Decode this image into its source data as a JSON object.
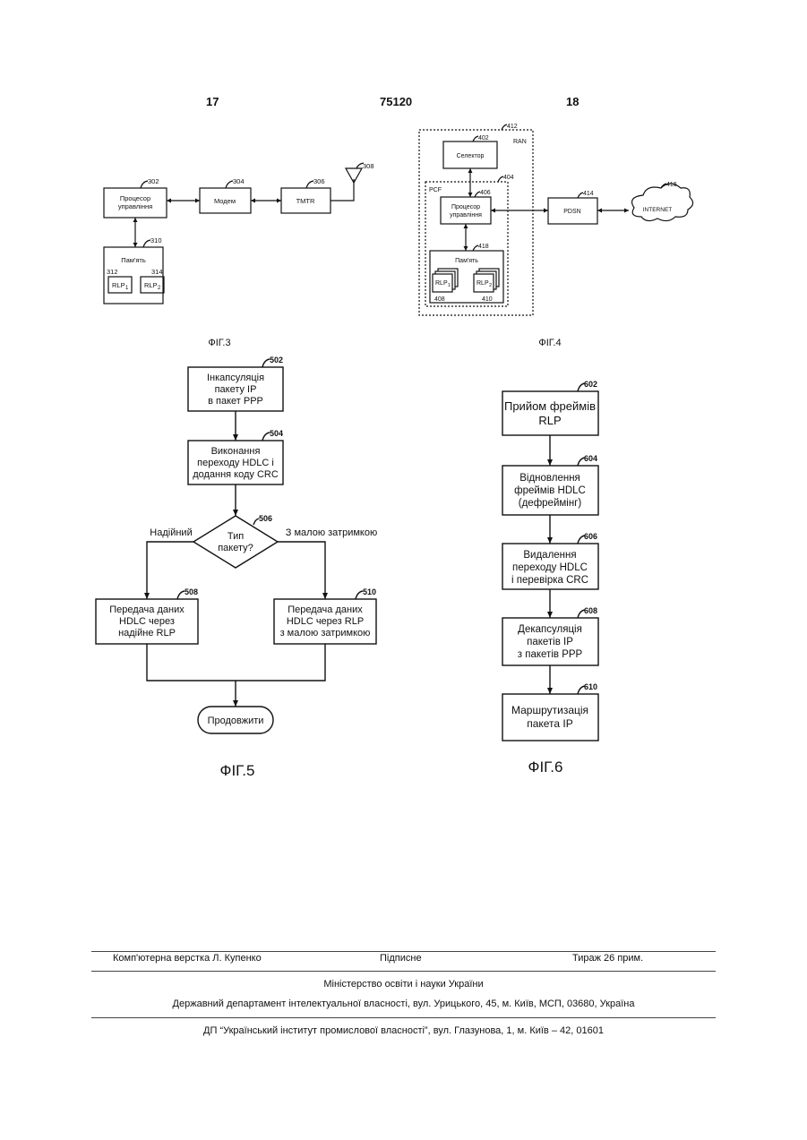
{
  "header": {
    "left_page": "17",
    "patent_number": "75120",
    "right_page": "18"
  },
  "fig3": {
    "caption": "ФІГ.3",
    "processor": {
      "ref": "302",
      "line1": "Процесор",
      "line2": "управління"
    },
    "modem": {
      "ref": "304",
      "label": "Модем"
    },
    "tmtr": {
      "ref": "306",
      "label": "TMTR"
    },
    "antenna_ref": "308",
    "memory": {
      "ref": "310",
      "label": "Пам'ять"
    },
    "rlp1": {
      "ref": "312",
      "label": "RLP",
      "sub": "1"
    },
    "rlp2": {
      "ref": "314",
      "label": "RLP",
      "sub": "2"
    }
  },
  "fig4": {
    "caption": "ФІГ.4",
    "ran": {
      "ref": "412",
      "label": "RAN"
    },
    "selector": {
      "ref": "402",
      "label": "Селектор"
    },
    "pcf": {
      "ref": "404",
      "label": "PCF"
    },
    "processor": {
      "ref": "406",
      "line1": "Процесор",
      "line2": "управління"
    },
    "pdsn": {
      "ref": "414",
      "label": "PDSN"
    },
    "internet": {
      "ref": "416",
      "label": "INTERNET"
    },
    "memory": {
      "ref": "418",
      "label": "Пам'ять"
    },
    "rlp1": {
      "ref": "408",
      "label": "RLP",
      "sub": "1"
    },
    "rlp2": {
      "ref": "410",
      "label": "RLP",
      "sub": "2"
    }
  },
  "fig5": {
    "caption": "ФІГ.5",
    "s502": {
      "ref": "502",
      "lines": [
        "Інкапсуляція",
        "пакету IP",
        "в пакет PPP"
      ]
    },
    "s504": {
      "ref": "504",
      "lines": [
        "Виконання",
        "переходу HDLC і",
        "додання коду CRC"
      ]
    },
    "s506": {
      "ref": "506",
      "lines": [
        "Тип",
        "пакету?"
      ]
    },
    "branch_left": "Надійний",
    "branch_right": "З малою затримкою",
    "s508": {
      "ref": "508",
      "lines": [
        "Передача даних",
        "HDLC через",
        "надійне RLP"
      ]
    },
    "s510": {
      "ref": "510",
      "lines": [
        "Передача даних",
        "HDLC через RLP",
        "з малою затримкою"
      ]
    },
    "end": "Продовжити"
  },
  "fig6": {
    "caption": "ФІГ.6",
    "s602": {
      "ref": "602",
      "lines": [
        "Прийом фреймів",
        "RLP"
      ]
    },
    "s604": {
      "ref": "604",
      "lines": [
        "Відновлення",
        "фреймів HDLC",
        "(дефреймінг)"
      ]
    },
    "s606": {
      "ref": "606",
      "lines": [
        "Видалення",
        "переходу HDLC",
        "і перевірка CRC"
      ]
    },
    "s608": {
      "ref": "608",
      "lines": [
        "Декапсуляція",
        "пакетів IP",
        "з пакетів PPP"
      ]
    },
    "s610": {
      "ref": "610",
      "lines": [
        "Маршрутизація",
        "пакета IP"
      ]
    }
  },
  "footer": {
    "layout": "Комп'ютерна верстка Л. Купенко",
    "signed": "Підписне",
    "circulation": "Тираж 26 прим.",
    "ministry": "Міністерство освіти і науки України",
    "department": "Державний департамент інтелектуальної власності, вул. Урицького, 45, м. Київ, МСП, 03680, Україна",
    "institute": "ДП “Український інститут промислової власності”, вул. Глазунова, 1, м. Київ – 42, 01601"
  }
}
